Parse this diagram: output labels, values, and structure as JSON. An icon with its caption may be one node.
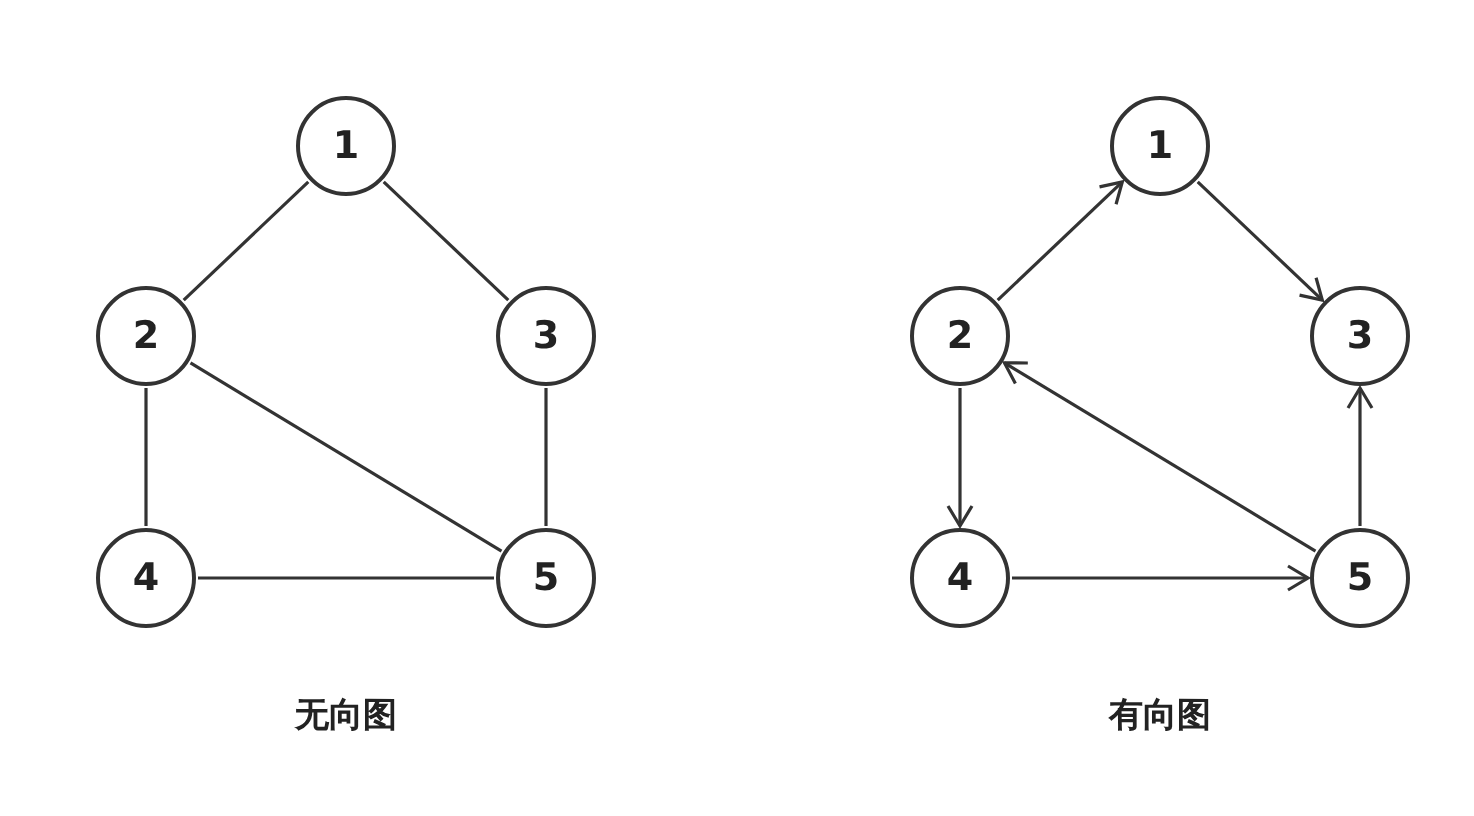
{
  "diagram": {
    "nodes": [
      {
        "text": [
          "1"
        ]
      },
      {
        "text": [
          "2"
        ]
      },
      {
        "text": [
          "3"
        ]
      },
      {
        "text": [
          "4"
        ]
      },
      {
        "text": [
          "5"
        ]
      },
      {
        "text": [
          "1"
        ]
      },
      {
        "text": [
          "2"
        ]
      },
      {
        "text": [
          "3"
        ]
      },
      {
        "text": [
          "4"
        ]
      },
      {
        "text": [
          "5"
        ]
      }
    ],
    "edges": [
      {
        "from": 0,
        "to": 1,
        "arrow": "none"
      },
      {
        "from": 0,
        "to": 2,
        "arrow": "none"
      },
      {
        "from": 1,
        "to": 3,
        "arrow": "none"
      },
      {
        "from": 1,
        "to": 4,
        "arrow": "none"
      },
      {
        "from": 3,
        "to": 4,
        "arrow": "none"
      },
      {
        "from": 2,
        "to": 4,
        "arrow": "none"
      },
      {
        "from": 6,
        "to": 5,
        "arrow": "to"
      },
      {
        "from": 5,
        "to": 7,
        "arrow": "to"
      },
      {
        "from": 6,
        "to": 8,
        "arrow": "to"
      },
      {
        "from": 8,
        "to": 9,
        "arrow": "to"
      },
      {
        "from": 9,
        "to": 6,
        "arrow": "to"
      },
      {
        "from": 9,
        "to": 7,
        "arrow": "to"
      }
    ],
    "labels": [
      "无向图",
      "有向图"
    ]
  }
}
